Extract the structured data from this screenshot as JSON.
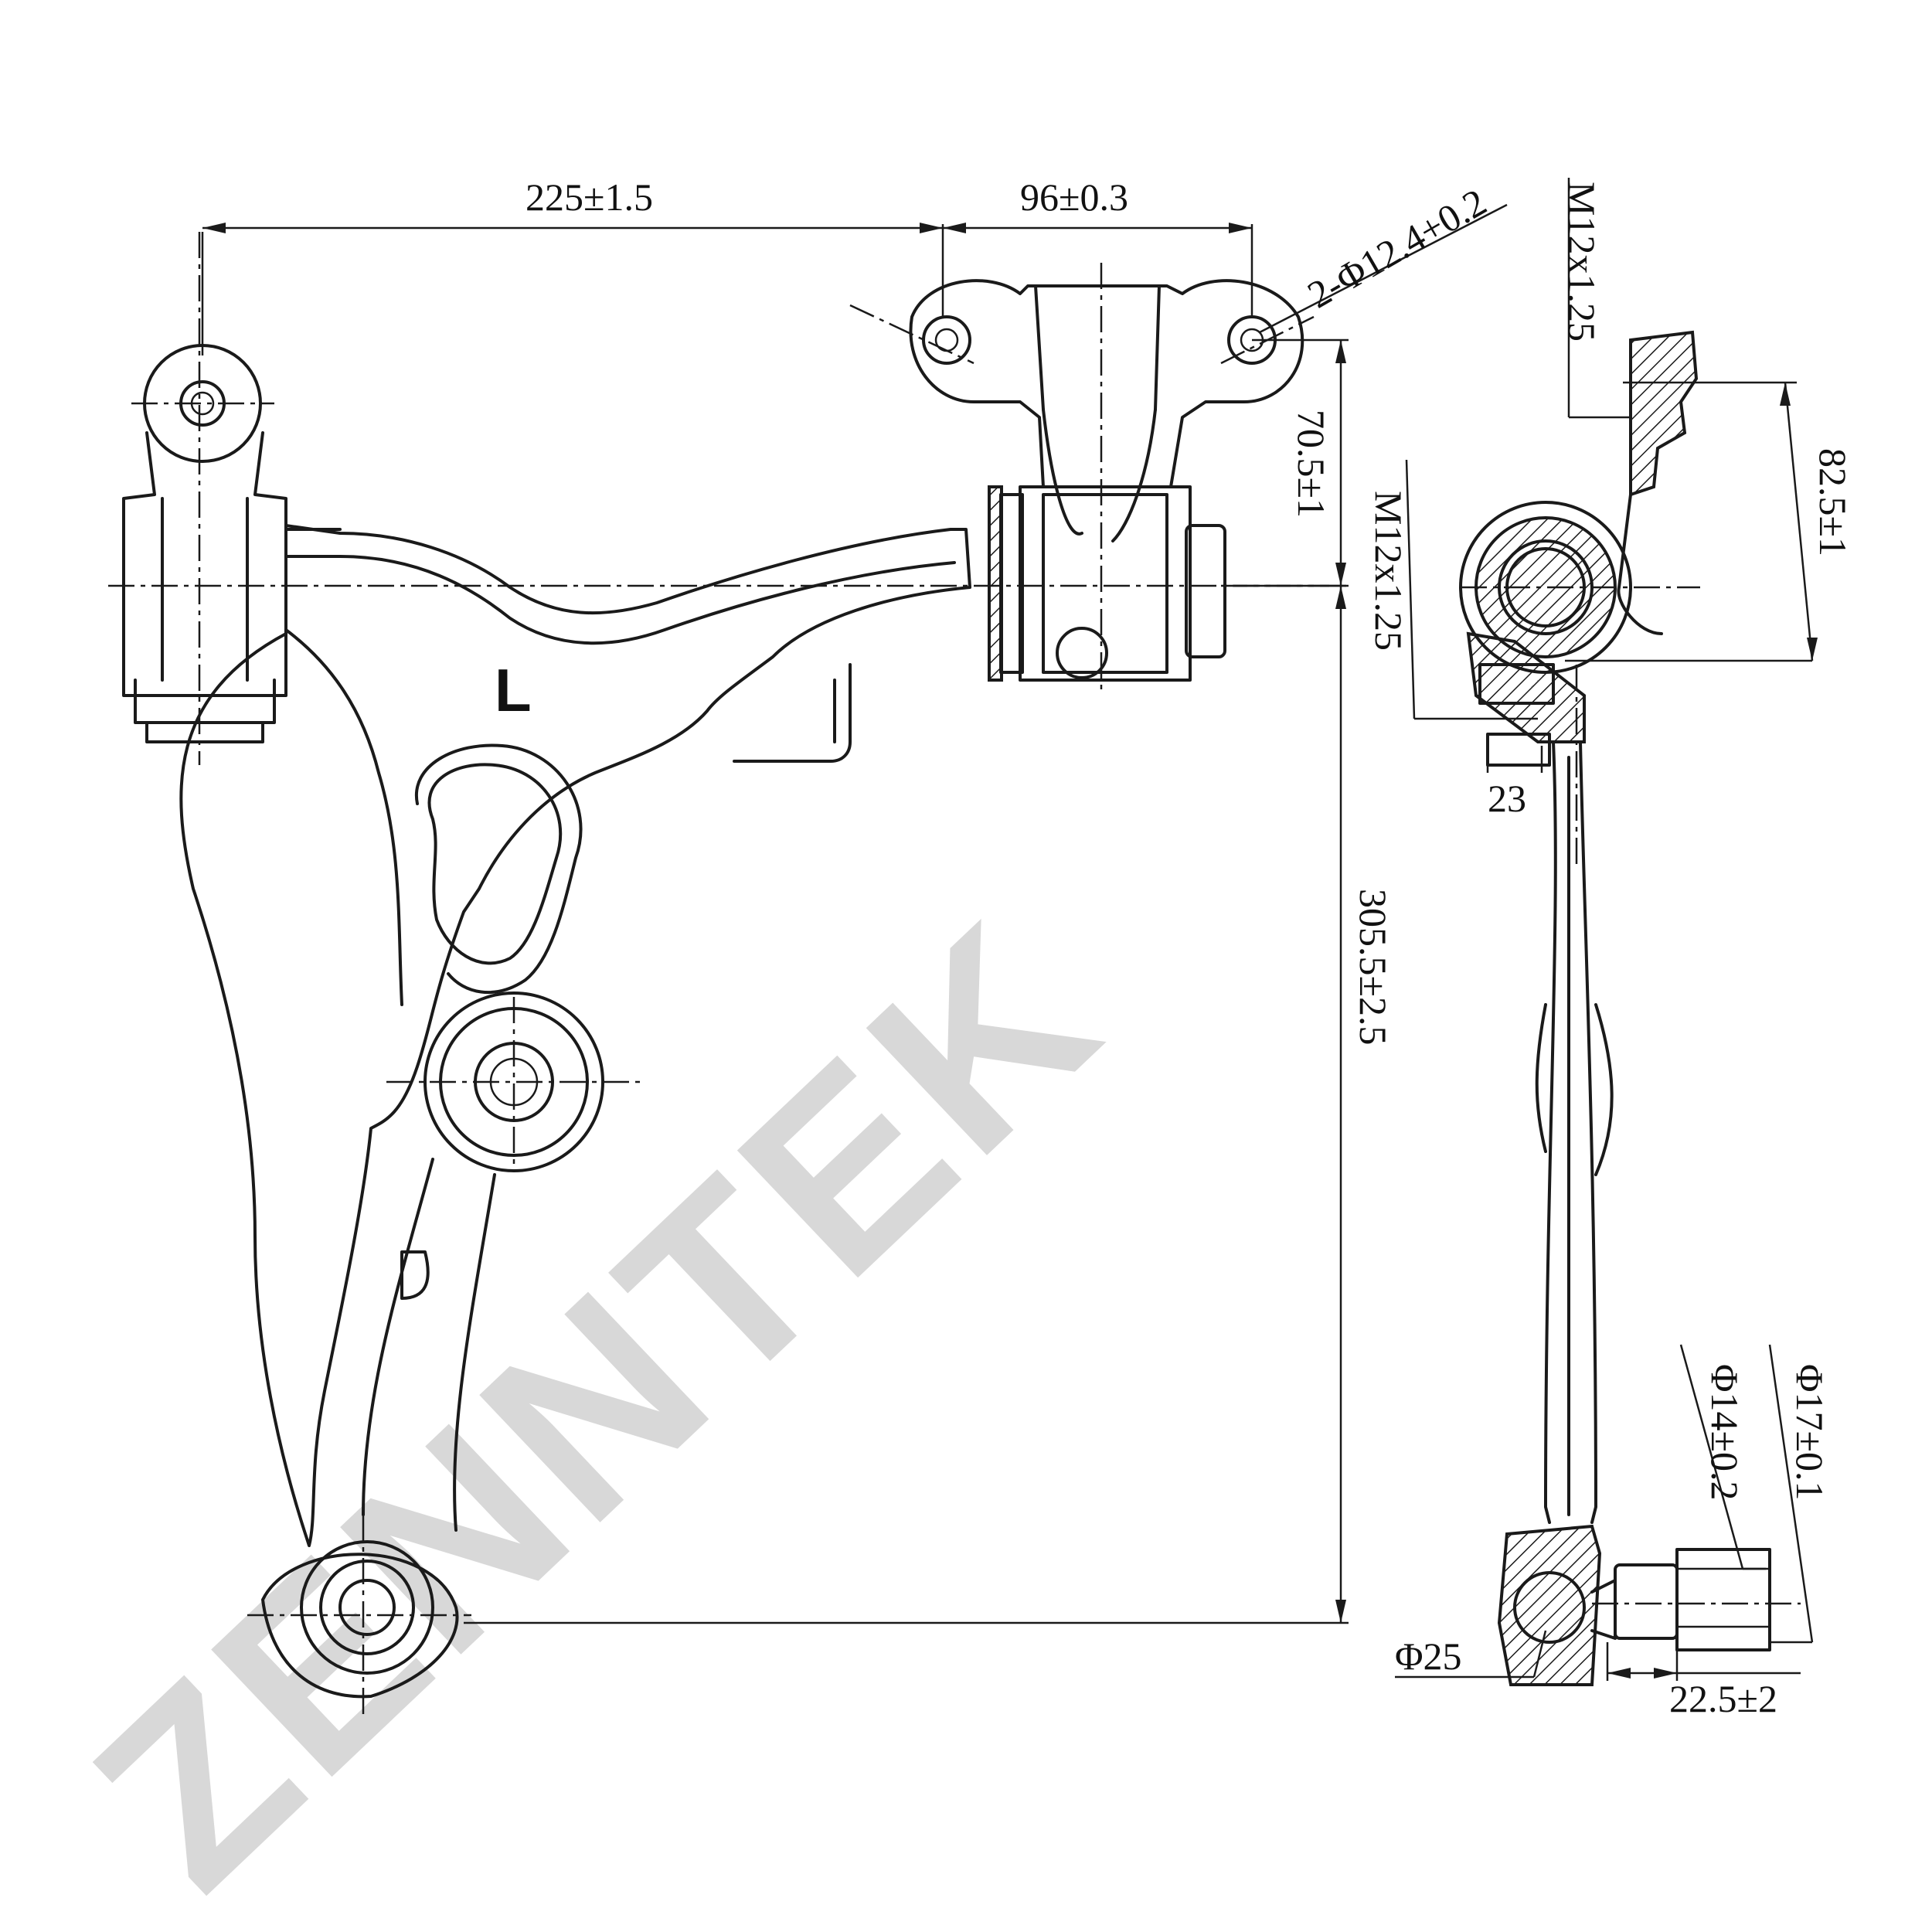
{
  "watermark": {
    "text": "ZENNTEK",
    "color": "#d8d8d8"
  },
  "part": {
    "side_marking": "L"
  },
  "dimensions": {
    "top_span": "225±1.5",
    "bolt_spacing": "96±0.3",
    "bolt_holes": "2-Φ12.4+0.2",
    "bushing_offset": "70.5±1",
    "overall_length": "305.5±2.5",
    "thread_top": "M12x1.25",
    "thread_side": "M12x1.25",
    "side_height": "82.5±1",
    "side_width": "23",
    "stud_dia_inner": "Φ14±0.2",
    "stud_dia_outer": "Φ17±0.1",
    "ball_dia": "Φ25",
    "stud_length": "22.5±2"
  },
  "colors": {
    "line": "#1a1a1a",
    "background": "#ffffff"
  }
}
